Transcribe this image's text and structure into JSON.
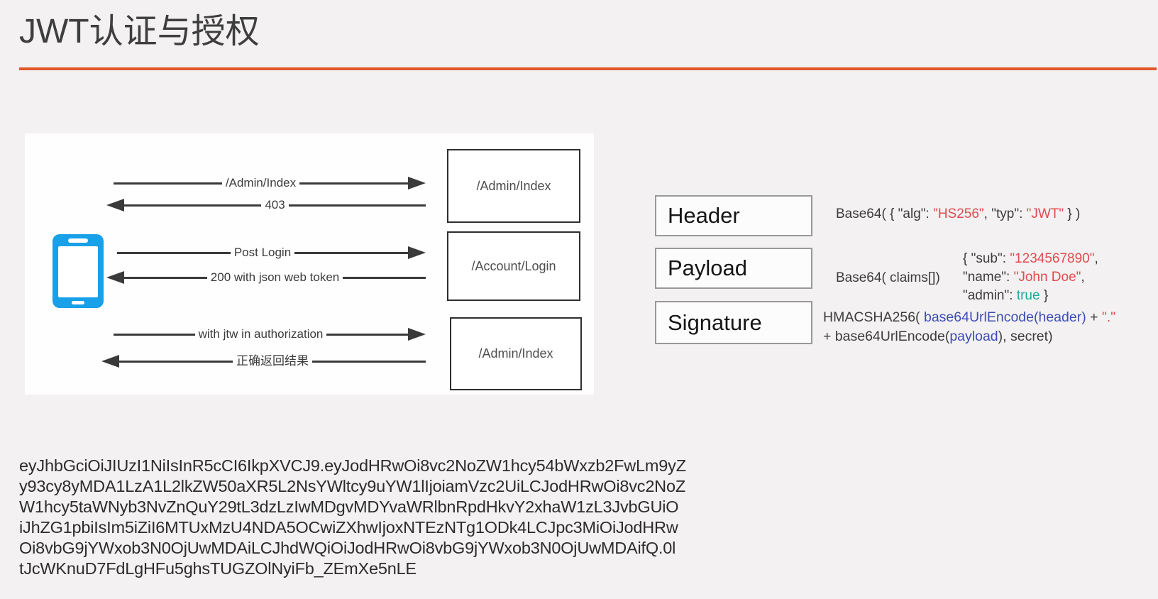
{
  "title": "JWT认证与授权",
  "colors": {
    "accent_orange": "#e0572a",
    "string_red": "#e04b50",
    "bool_teal": "#1ba99e",
    "code_blue": "#3d4db7",
    "phone_blue": "#18a0e8"
  },
  "diagram": {
    "client_icon": "phone-icon",
    "messages": [
      {
        "label": "/Admin/Index",
        "direction": "right"
      },
      {
        "label": "403",
        "direction": "left"
      },
      {
        "label": "Post Login",
        "direction": "right"
      },
      {
        "label": "200 with json web token",
        "direction": "left"
      },
      {
        "label": "with jtw in authorization",
        "direction": "right"
      },
      {
        "label": "正确返回结果",
        "direction": "left"
      }
    ],
    "endpoints": [
      {
        "label": "/Admin/Index"
      },
      {
        "label": "/Account/Login"
      },
      {
        "label": "/Admin/Index"
      }
    ]
  },
  "jwt": {
    "parts": [
      {
        "label": "Header"
      },
      {
        "label": "Payload"
      },
      {
        "label": "Signature"
      }
    ],
    "header_note": {
      "pre": "Base64( { \"alg\": ",
      "alg": "\"HS256\"",
      "mid": ", \"typ\": ",
      "typ": "\"JWT\"",
      "post": " } )"
    },
    "payload_note": "Base64( claims[])",
    "payload_json": {
      "l1_pre": "{ \"sub\": ",
      "l1_val": "\"1234567890\"",
      "l1_post": ",",
      "l2_pre": "\"name\": ",
      "l2_val": "\"John Doe\"",
      "l2_post": ",",
      "l3_pre": "\"admin\": ",
      "l3_val": "true",
      "l3_post": " }"
    },
    "signature_note": {
      "l1_pre": "HMACSHA256( ",
      "l1_blue": "base64UrlEncode(header)",
      "l1_mid": " + ",
      "l1_red": "\".\"",
      "l2_pre": "+ base64UrlEncode(",
      "l2_blue": "payload",
      "l2_post": "), secret)"
    }
  },
  "token": {
    "lines": [
      "eyJhbGciOiJIUzI1NiIsInR5cCI6IkpXVCJ9.eyJodHRwOi8vc2NoZW1hcy54bWxzb2FwLm9yZ",
      "y93cy8yMDA1LzA1L2lkZW50aXR5L2NsYWltcy9uYW1lIjoiamVzc2UiLCJodHRwOi8vc2NoZ",
      "W1hcy5taWNyb3NvZnQuY29tL3dzLzIwMDgvMDYvaWRlbnRpdHkvY2xhaW1zL3JvbGUiO",
      "iJhZG1pbiIsIm5iZiI6MTUxMzU4NDA5OCwiZXhwIjoxNTEzNTg1ODk4LCJpc3MiOiJodHRw",
      "Oi8vbG9jYWxob3N0OjUwMDAiLCJhdWQiOiJodHRwOi8vbG9jYWxob3N0OjUwMDAifQ.0l",
      "tJcWKnuD7FdLgHFu5ghsTUGZOlNyiFb_ZEmXe5nLE"
    ]
  }
}
